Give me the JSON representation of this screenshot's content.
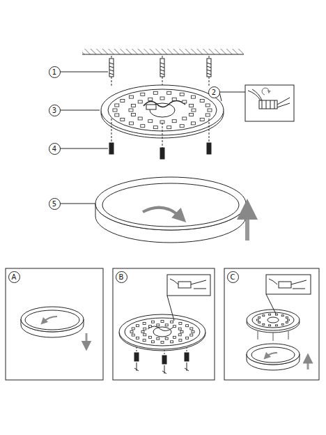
{
  "diagram": {
    "labels": [
      "1",
      "2",
      "3",
      "4",
      "5",
      "A",
      "B",
      "C"
    ]
  }
}
